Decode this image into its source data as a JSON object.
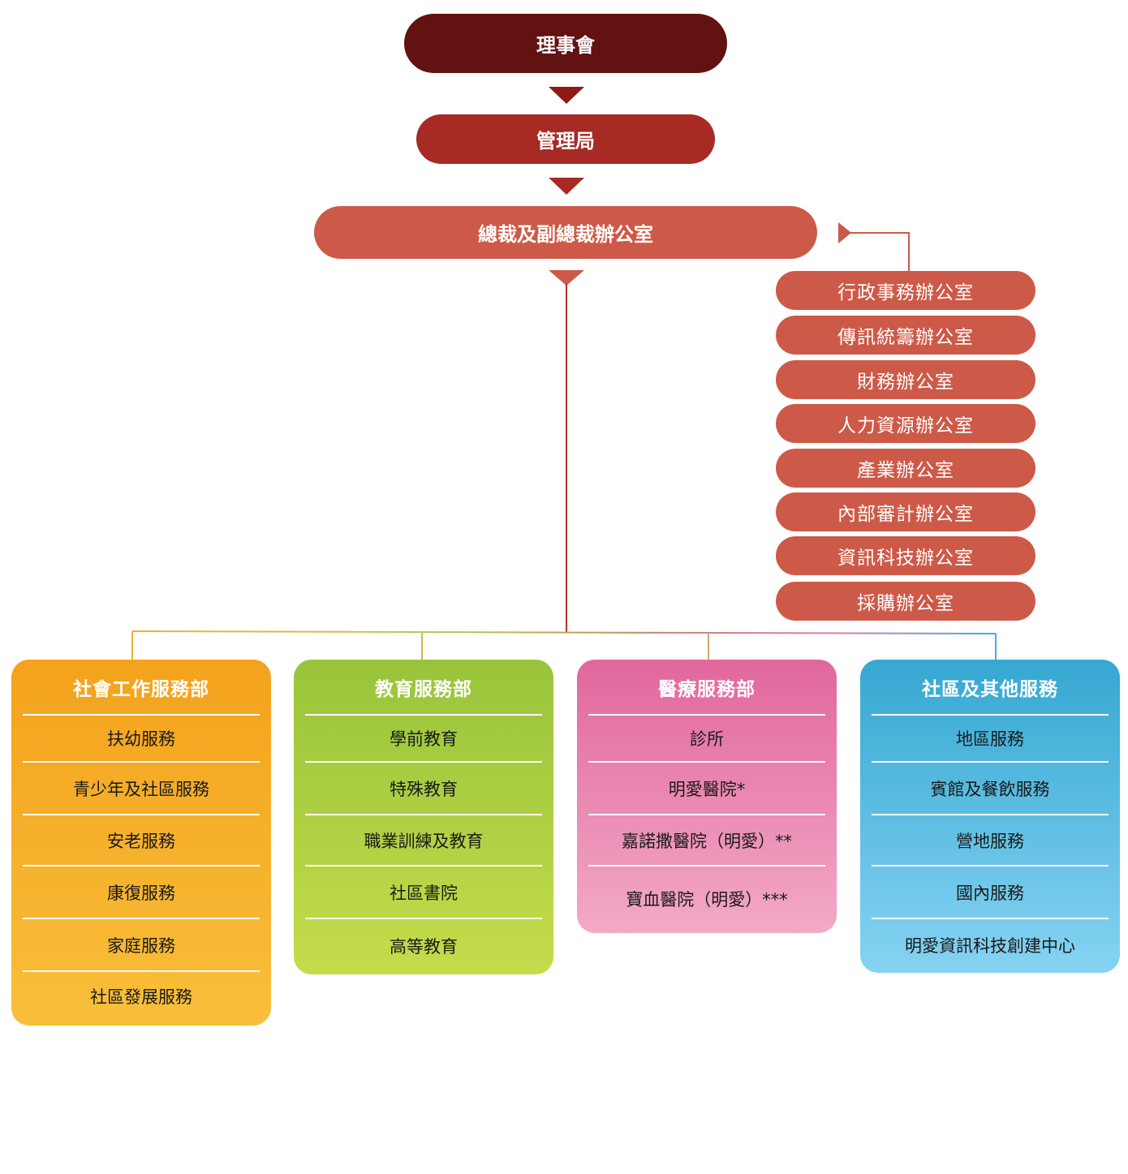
{
  "top": {
    "board": "理事會",
    "management": "管理局",
    "president_office": "總裁及副總裁辦公室"
  },
  "offices": [
    "行政事務辦公室",
    "傳訊統籌辦公室",
    "財務辦公室",
    "人力資源辦公室",
    "產業辦公室",
    "內部審計辦公室",
    "資訊科技辦公室",
    "採購辦公室"
  ],
  "departments": [
    {
      "title": "社會工作服務部",
      "items": [
        "扶幼服務",
        "青少年及社區服務",
        "安老服務",
        "康復服務",
        "家庭服務",
        "社區發展服務"
      ]
    },
    {
      "title": "教育服務部",
      "items": [
        "學前教育",
        "特殊教育",
        "職業訓練及教育",
        "社區書院",
        "高等教育"
      ]
    },
    {
      "title": "醫療服務部",
      "items": [
        "診所",
        "明愛醫院*",
        "嘉諾撒醫院（明愛）**",
        "寶血醫院（明愛）***"
      ]
    },
    {
      "title": "社區及其他服務",
      "items": [
        "地區服務",
        "賓館及餐飲服務",
        "營地服務",
        "國內服務",
        "明愛資訊科技創建中心"
      ]
    }
  ],
  "colors": {
    "board": "#621211",
    "management": "#a72a25",
    "president_office": "#cd5a48",
    "social": "#f4a21c",
    "education": "#98c43b",
    "medical": "#e1679c",
    "community": "#35a8d2"
  }
}
